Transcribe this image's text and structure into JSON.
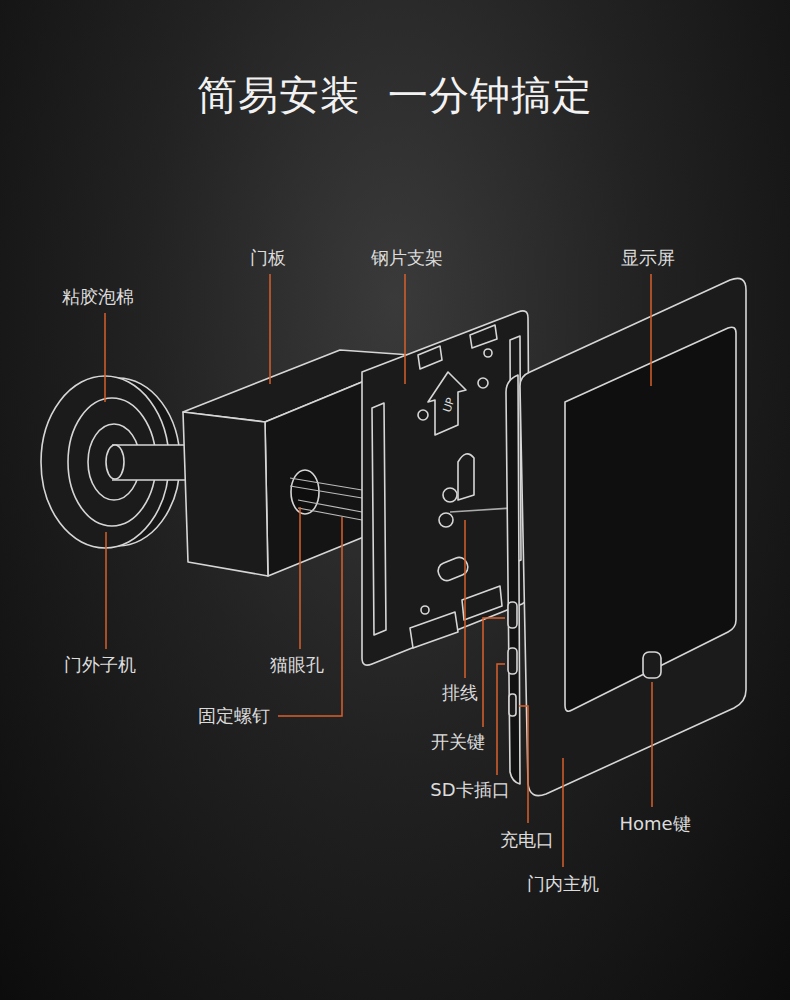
{
  "diagram": {
    "title": "简易安装  一分钟搞定",
    "labels": [
      "粘胶泡棉",
      "门板",
      "钢片支架",
      "显示屏",
      "UP",
      "门外子机",
      "猫眼孔",
      "固定螺钉",
      "排线",
      "开关键",
      "SD卡插口",
      "充电口",
      "Home键",
      "门内主机"
    ]
  }
}
